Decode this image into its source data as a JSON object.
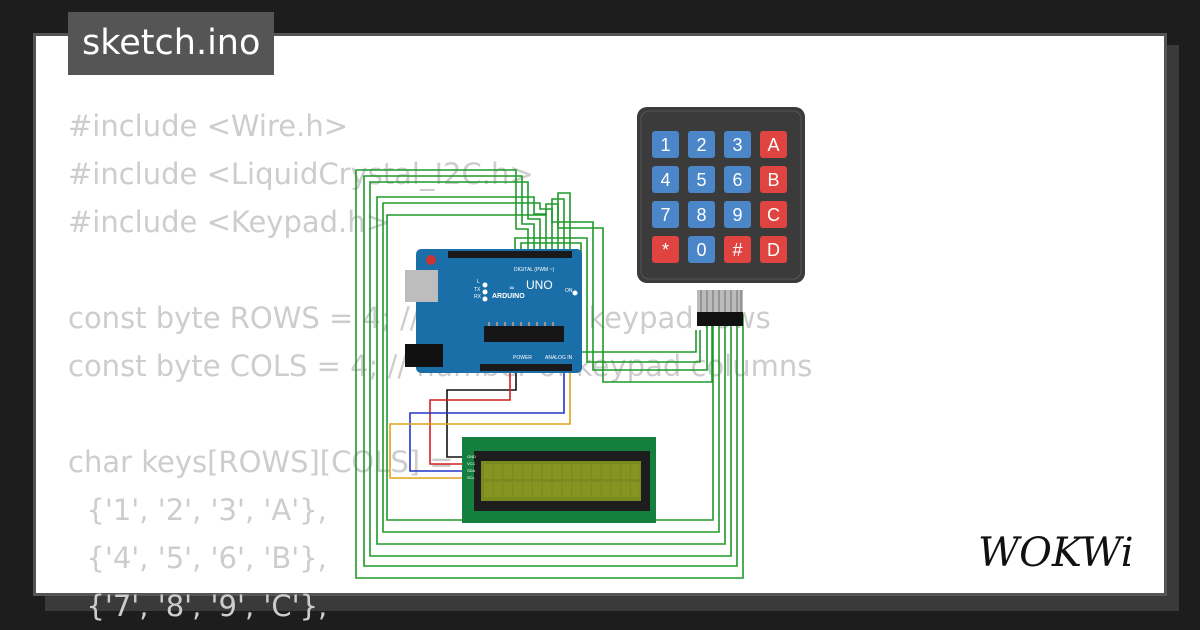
{
  "title": "sketch.ino",
  "code_lines": [
    "#include <Wire.h>",
    "#include <LiquidCrystal_I2C.h>",
    "#include <Keypad.h>",
    "",
    "const byte ROWS = 4; // number of keypad rows",
    "const byte COLS = 4; // number of keypad columns",
    "",
    "char keys[ROWS][COLS] = {",
    "  {'1', '2', '3', 'A'},",
    "  {'4', '5', '6', 'B'},",
    "  {'7', '8', '9', 'C'},"
  ],
  "keypad": {
    "keys": [
      "1",
      "2",
      "3",
      "A",
      "4",
      "5",
      "6",
      "B",
      "7",
      "8",
      "9",
      "C",
      "*",
      "0",
      "#",
      "D"
    ],
    "colors": {
      "blue": "#4a86c8",
      "red": "#e04440",
      "body": "#3b3b3b"
    }
  },
  "arduino": {
    "brand": "ARDUINO",
    "model": "UNO",
    "header_digital": "DIGITAL (PWM ~)",
    "header_power": "POWER",
    "header_analog": "ANALOG IN",
    "led_labels": [
      "L",
      "TX",
      "RX",
      "ON"
    ],
    "board_color": "#1b6fa8"
  },
  "lcd": {
    "pins": [
      "GND",
      "VCC",
      "SDA",
      "SCL"
    ],
    "colors": {
      "pcb": "#15803d",
      "screen": "#7b8a1e"
    }
  },
  "brand_logo": "WOKWi",
  "wire_colors": {
    "green": "#1f9a2a",
    "red": "#d42121",
    "blue": "#2436c8",
    "orange": "#e0a21a",
    "black": "#111111"
  }
}
